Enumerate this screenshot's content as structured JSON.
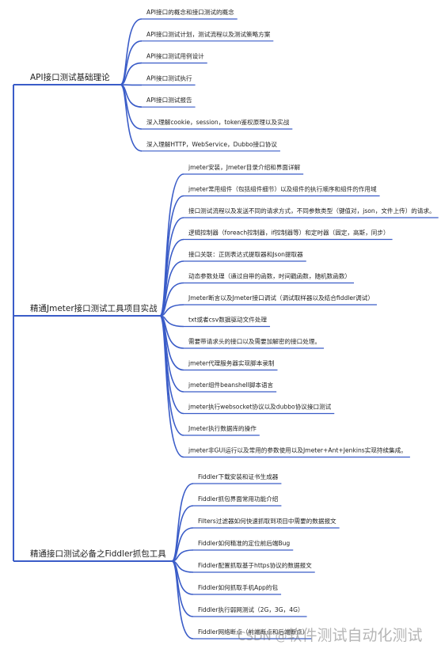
{
  "colors": {
    "line": "#3a5cc8",
    "text": "#222222",
    "background": "#ffffff"
  },
  "mindmap": {
    "branches": [
      {
        "title": "API接口测试基础理论",
        "children": [
          "API接口的概念和接口测试的概念",
          "API接口测试计划，测试流程以及测试策略方案",
          "API接口测试用例设计",
          "API接口测试执行",
          "API接口测试报告",
          "深入理解cookie，session，token鉴权原理以及实战",
          "深入理解HTTP，WebService，Dubbo接口协议"
        ]
      },
      {
        "title": "精通Jmeter接口测试工具项目实战",
        "children": [
          "jmeter安装，Jmeter目录介绍和界面详解",
          "jmeter常用组件（包括组件细节）以及组件的执行顺序和组件的作用域",
          "接口测试流程以及发送不同的请求方式，不同参数类型（键值对，json，文件上传）的请求。",
          "逻辑控制器（foreach控制器，if控制器等）和定时器（固定，高斯，同步）",
          "接口关联：正则表达式提取器和Json提取器",
          "动态参数处理（通过自带的函数，时间戳函数，随机数函数）",
          "Jmeter断言以及Jmeter接口调试（调试取样器以及结合fiddler调试）",
          "txt或者csv数据驱动文件处理",
          "需要带请求头的接口以及需要加解密的接口处理。",
          "jmeter代理服务器实现脚本录制",
          "jmeter组件beanshell脚本语言",
          "jmeter执行websocket协议以及dubbo协议接口测试",
          "Jmeter执行数据库的操作",
          "jmeter非GUI运行以及常用的参数使用以及Jmeter+Ant+Jenkins实现持续集成。"
        ]
      },
      {
        "title": "精通接口测试必备之Fiddler抓包工具",
        "children": [
          "Fiddler下载安装和证书生成器",
          "Fiddler抓包界面常用功能介绍",
          "Filters过滤器如何快速抓取到项目中需要的数据报文",
          "Fiddler如何精准的定位前后端Bug",
          "Fiddler配置抓取基于https协议的数据报文",
          "Fiddler如何抓取手机App的包",
          "Fiddler执行弱网测试（2G，3G，4G）",
          "Fiddler网络断点（前端断点和后端断点）"
        ]
      }
    ]
  },
  "watermark": {
    "prefix": "CSDN @",
    "text": "软件测试自动化测试"
  }
}
